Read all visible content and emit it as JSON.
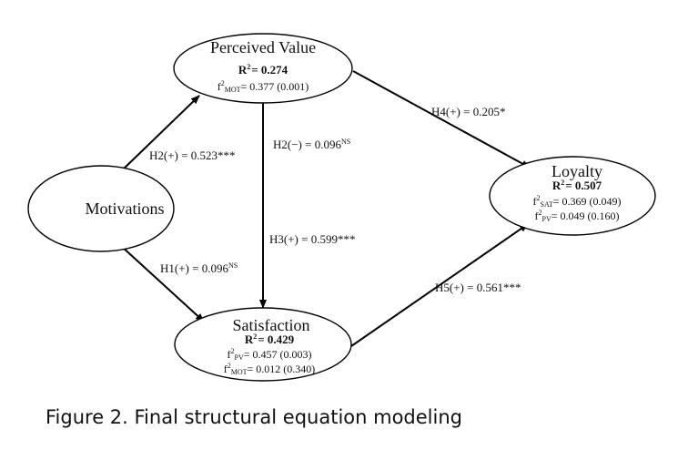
{
  "nodes": {
    "perceived_value": {
      "title": "Perceived Value",
      "r2_label": "R",
      "r2_sup": "2",
      "r2_value": "= 0.274",
      "f2_lines": [
        {
          "pre": "f",
          "sup": "2",
          "sub": "MOT",
          "post": "= 0.377 (0.001)"
        }
      ]
    },
    "motivations": {
      "title": "Motivations"
    },
    "satisfaction": {
      "title": "Satisfaction",
      "r2_label": "R",
      "r2_sup": "2",
      "r2_value": "= 0.429",
      "f2_lines": [
        {
          "pre": "f",
          "sup": "2",
          "sub": "PV",
          "post": "= 0.457 (0.003)"
        },
        {
          "pre": "f",
          "sup": "2",
          "sub": "MOT",
          "post": "= 0.012 (0.340)"
        }
      ]
    },
    "loyalty": {
      "title": "Loyalty",
      "r2_label": "R",
      "r2_sup": "2",
      "r2_value": "= 0.507",
      "f2_lines": [
        {
          "pre": "f",
          "sup": "2",
          "sub": "SAT",
          "post": "= 0.369 (0.049)"
        },
        {
          "pre": "f",
          "sup": "2",
          "sub": "PV",
          "post": "= 0.049 (0.160)"
        }
      ]
    }
  },
  "edges": {
    "h1": {
      "label": "H1(+) =  0.096",
      "sup": "NS"
    },
    "h2_mot_pv": {
      "label": "H2(+) =  0.523***",
      "sup": ""
    },
    "h2_pv_sat": {
      "label": "H2(−) =  0.096",
      "sup": "NS"
    },
    "h3": {
      "label": "H3(+) =  0.599***",
      "sup": ""
    },
    "h4": {
      "label": "H4(+) =  0.205*",
      "sup": ""
    },
    "h5": {
      "label": "H5(+) =  0.561***",
      "sup": ""
    }
  },
  "caption": "Figure 2. Final structural equation modeling"
}
